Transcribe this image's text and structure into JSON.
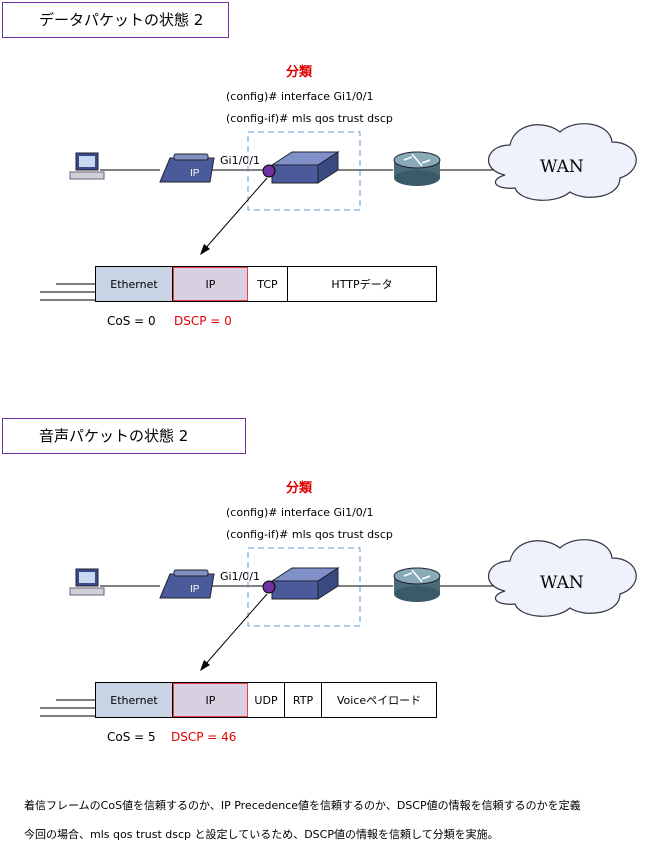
{
  "sections": [
    {
      "title": "データパケットの状態 2",
      "classify_label": "分類",
      "commands": [
        "(config)# interface Gi1/0/1",
        "(config-if)# mls qos trust dscp"
      ],
      "port": "Gi1/0/1",
      "phone_label": "IP",
      "wan_label": "WAN",
      "packet": [
        "Ethernet",
        "IP",
        "TCP",
        "HTTPデータ"
      ],
      "cos": "CoS = 0",
      "dscp": "DSCP = 0"
    },
    {
      "title": "音声パケットの状態 2",
      "classify_label": "分類",
      "commands": [
        "(config)# interface Gi1/0/1",
        "(config-if)# mls qos trust dscp"
      ],
      "port": "Gi1/0/1",
      "phone_label": "IP",
      "wan_label": "WAN",
      "packet": [
        "Ethernet",
        "IP",
        "UDP",
        "RTP",
        "Voiceペイロード"
      ],
      "cos": "CoS = 5",
      "dscp": "DSCP = 46"
    }
  ],
  "footer": [
    "着信フレームのCoS値を信頼するのか、IP Precedence値を信頼するのか、DSCP値の情報を信頼するのかを定義",
    "今回の場合、mls qos trust dscp と設定しているため、DSCP値の情報を信頼して分類を実施。"
  ],
  "colors": {
    "accent_red": "#e00000",
    "title_border": "#7030a0",
    "dashed_box": "#5b9bd5",
    "port_dot": "#7030a0"
  }
}
